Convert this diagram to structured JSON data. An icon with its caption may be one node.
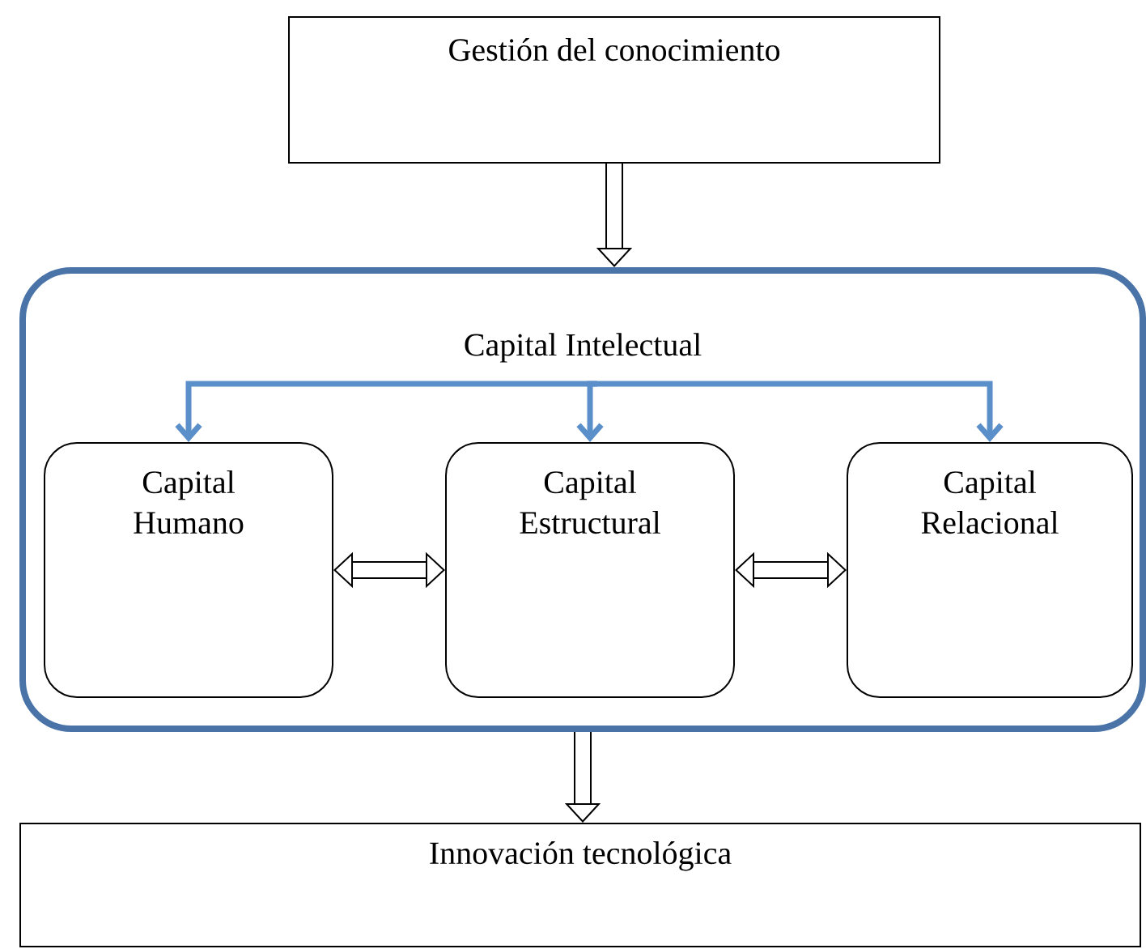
{
  "diagram": {
    "nodes": [
      {
        "text": [
          "Gestión del conocimiento"
        ]
      },
      {
        "text": [
          "Capital Intelectual"
        ]
      },
      {
        "text": [
          "Capital Humano"
        ],
        "in": 1
      },
      {
        "text": [
          "Capital Estructural"
        ],
        "in": 1
      },
      {
        "text": [
          "Capital Relacional"
        ],
        "in": 1
      },
      {
        "text": [
          "Innovación tecnológica"
        ]
      }
    ],
    "edges": [
      {
        "from": 0,
        "to": 1,
        "arrow": "to"
      },
      {
        "from": null,
        "to": 2,
        "arrow": "to",
        "color": "#5b8fc9"
      },
      {
        "from": null,
        "to": 3,
        "arrow": "to",
        "color": "#5b8fc9"
      },
      {
        "from": null,
        "to": 4,
        "arrow": "to",
        "color": "#5b8fc9"
      },
      {
        "from": 2,
        "to": 3,
        "arrow": "both"
      },
      {
        "from": 3,
        "to": 4,
        "arrow": "both"
      },
      {
        "from": 1,
        "to": 5,
        "arrow": "to"
      }
    ]
  }
}
